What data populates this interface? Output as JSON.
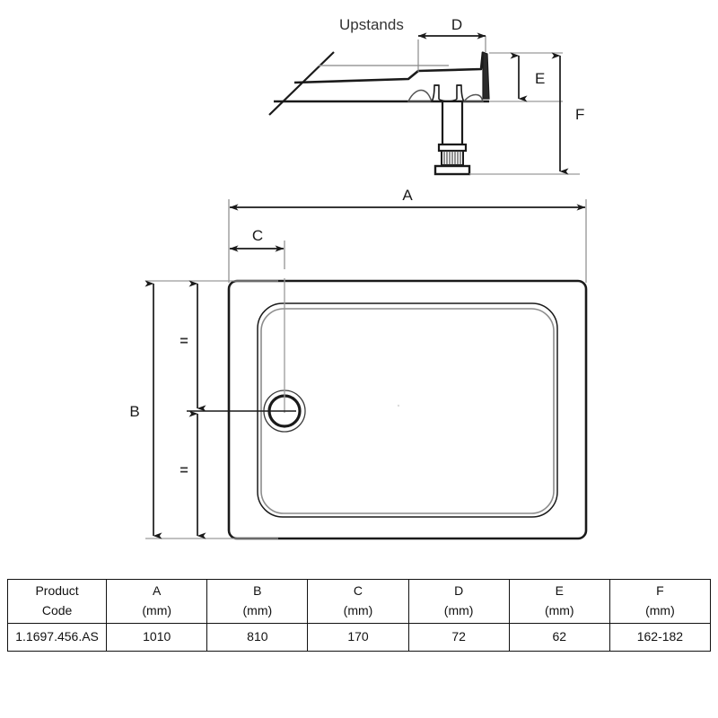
{
  "drawing": {
    "title_note": "Upstands",
    "dimension_labels": {
      "A": "A",
      "B": "B",
      "C": "C",
      "D": "D",
      "E": "E",
      "F": "F"
    },
    "equal_marks": {
      "upper": "=",
      "lower": "="
    }
  },
  "spec_table": {
    "headers": [
      {
        "name": "Product",
        "unit": "Code"
      },
      {
        "name": "A",
        "unit": "(mm)"
      },
      {
        "name": "B",
        "unit": "(mm)"
      },
      {
        "name": "C",
        "unit": "(mm)"
      },
      {
        "name": "D",
        "unit": "(mm)"
      },
      {
        "name": "E",
        "unit": "(mm)"
      },
      {
        "name": "F",
        "unit": "(mm)"
      }
    ],
    "rows": [
      {
        "product_code": "1.1697.456.AS",
        "A": "1010",
        "B": "810",
        "C": "170",
        "D": "72",
        "E": "62",
        "F": "162-182"
      }
    ]
  },
  "colors": {
    "line": "#1a1a1a",
    "thin_line": "#8a8a8a",
    "text": "#111111",
    "background": "#ffffff"
  }
}
